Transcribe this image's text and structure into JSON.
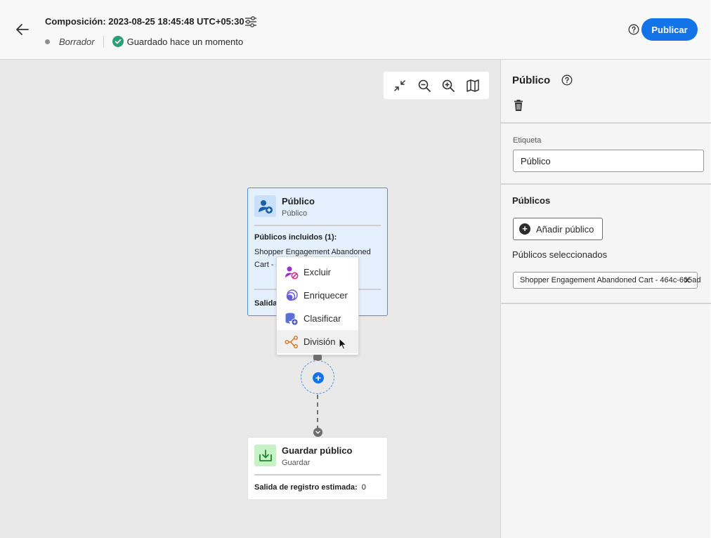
{
  "header": {
    "title": "Composición: 2023-08-25 18:45:48 UTC+05:30",
    "status_draft": "Borrador",
    "status_saved": "Guardado hace un momento",
    "publish_label": "Publicar"
  },
  "canvas": {
    "audience_node": {
      "title": "Público",
      "subtitle": "Público",
      "included_label": "Públicos incluidos (1):",
      "audience_name": "Shopper Engagement Abandoned Cart - 464c-605ad",
      "output_label": "Salida"
    },
    "context_menu": {
      "items": [
        {
          "label": "Excluir",
          "icon": "exclude-icon"
        },
        {
          "label": "Enriquecer",
          "icon": "enrich-icon"
        },
        {
          "label": "Clasificar",
          "icon": "rank-icon"
        },
        {
          "label": "División",
          "icon": "split-icon"
        }
      ]
    },
    "save_node": {
      "title": "Guardar público",
      "subtitle": "Guardar",
      "output_label": "Salida de registro estimada:",
      "output_value": "0"
    }
  },
  "panel": {
    "title": "Público",
    "label_field": {
      "label": "Etiqueta",
      "value": "Público"
    },
    "audiences_section": {
      "title": "Públicos",
      "add_button": "Añadir público",
      "selected_label": "Públicos seleccionados",
      "selected_tag": "Shopper Engagement Abandoned Cart - 464c-605ad"
    }
  },
  "colors": {
    "accent": "#1473e6",
    "success": "#2d9d78",
    "node_selected_bg": "#e4f0fd",
    "save_icon_bg": "#c6f3c6"
  }
}
